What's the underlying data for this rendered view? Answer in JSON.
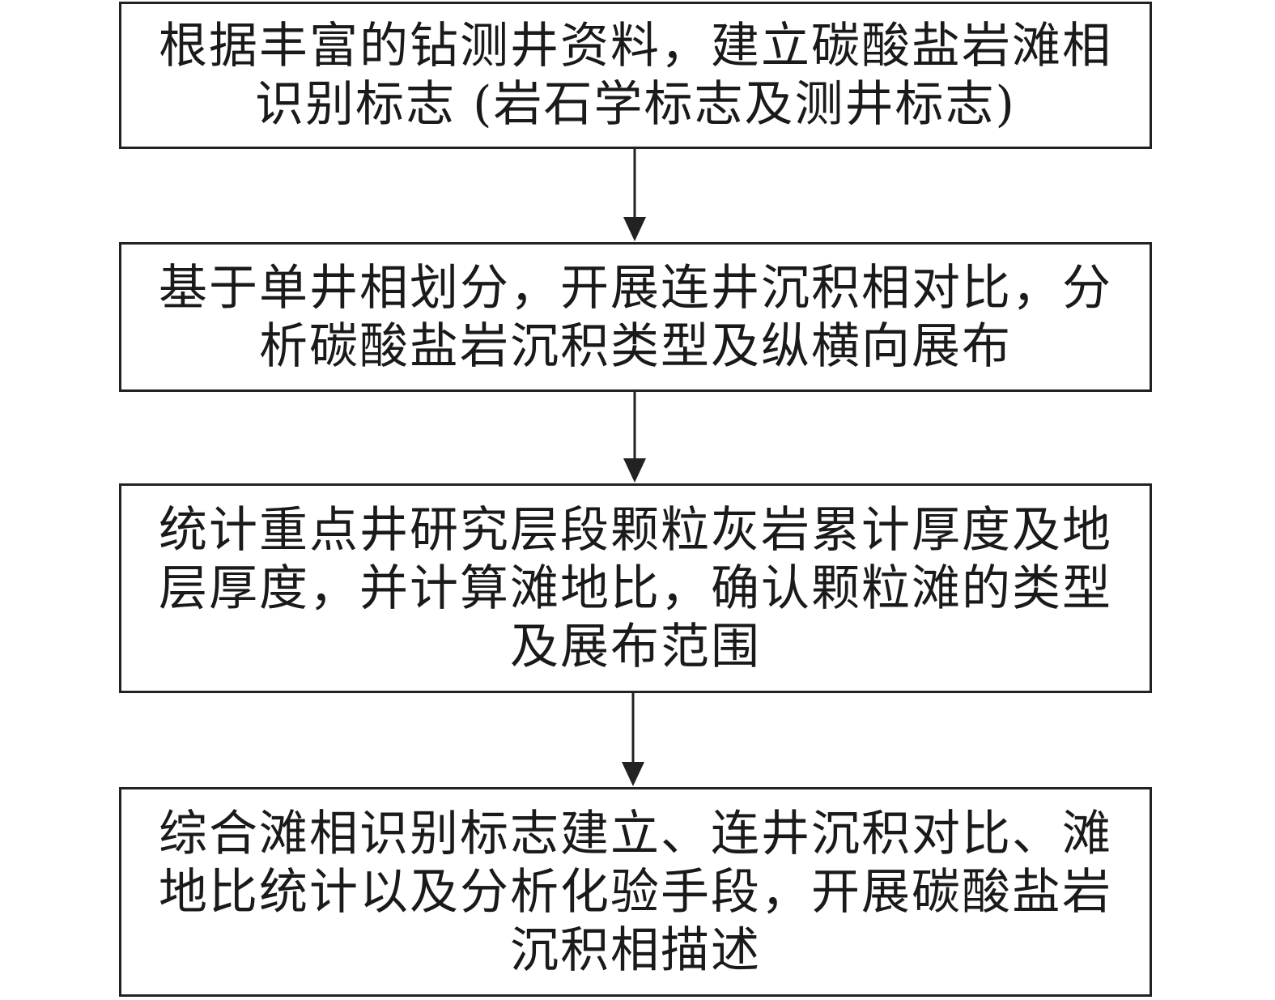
{
  "steps": [
    {
      "lines": [
        "根据丰富的钻测井资料，建立碳酸盐岩滩相",
        "识别标志 (岩石学标志及测井标志)"
      ]
    },
    {
      "lines": [
        "基于单井相划分，开展连井沉积相对比，分",
        "析碳酸盐岩沉积类型及纵横向展布"
      ]
    },
    {
      "lines": [
        "统计重点井研究层段颗粒灰岩累计厚度及地",
        "层厚度，并计算滩地比，确认颗粒滩的类型",
        "及展布范围"
      ]
    },
    {
      "lines": [
        "综合滩相识别标志建立、连井沉积对比、滩",
        "地比统计以及分析化验手段，开展碳酸盐岩",
        "沉积相描述"
      ]
    }
  ]
}
